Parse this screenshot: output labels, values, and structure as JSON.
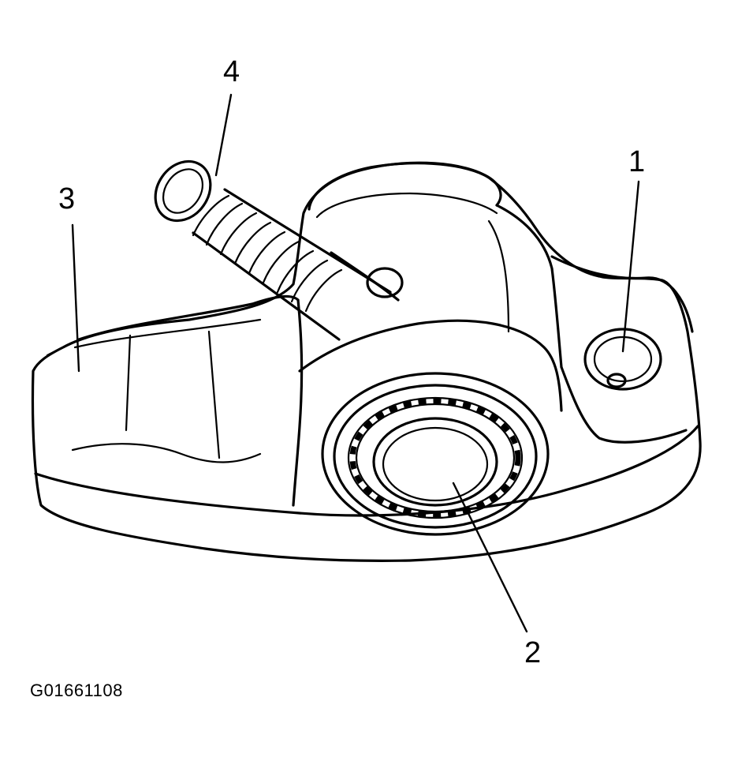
{
  "diagram": {
    "figure_code": "G01661108",
    "callouts": [
      {
        "id": "1",
        "label": "1"
      },
      {
        "id": "2",
        "label": "2"
      },
      {
        "id": "3",
        "label": "3"
      },
      {
        "id": "4",
        "label": "4"
      }
    ]
  },
  "colors": {
    "ink": "#000000",
    "paper": "#ffffff"
  }
}
